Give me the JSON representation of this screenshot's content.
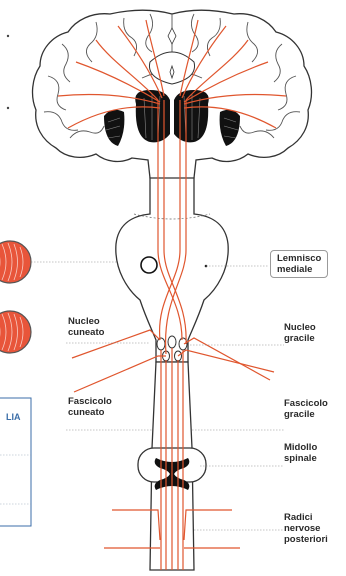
{
  "labels": {
    "lemnisco_mediale": "Lemnisco\nmediale",
    "nucleo_cuneato": "Nucleo\ncuneato",
    "nucleo_gracile": "Nucleo\ngracile",
    "fascicolo_cuneato": "Fascicolo\ncuneato",
    "fascicolo_gracile": "Fascicolo\ngracile",
    "midollo_spinale": "Midollo\nspinale",
    "radici_nervose_posteriori": "Radici\nnervose\nposteriori"
  },
  "sidebar": {
    "fragment_text": "LIA"
  },
  "colors": {
    "pathway": "#e0562e",
    "outline": "#333333",
    "leader": "#8a8a8a",
    "grey_matter": "#111111",
    "sidebar_accent": "#3b6ea8",
    "zoom_fill": "#e8553a"
  }
}
